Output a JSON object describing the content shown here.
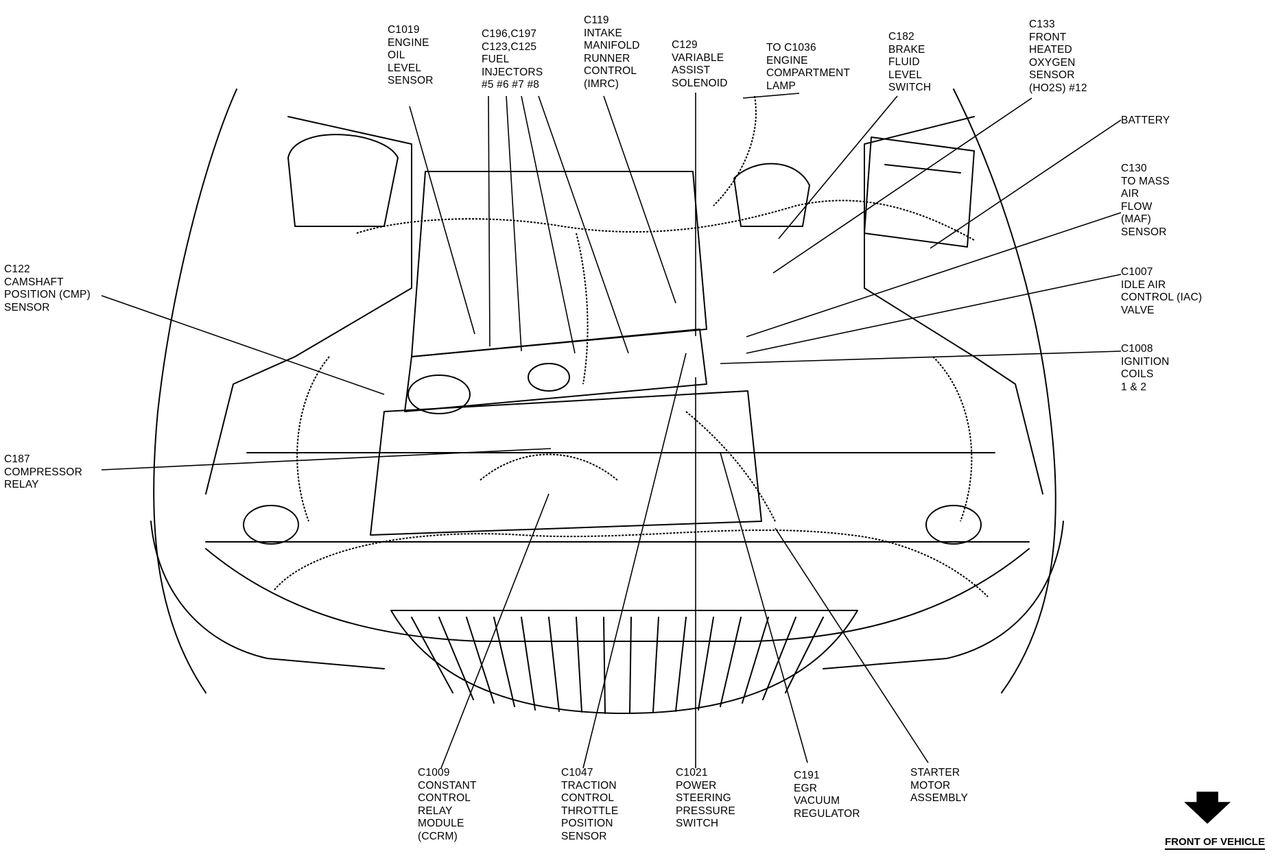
{
  "front_label": "FRONT OF VEHICLE",
  "labels": [
    {
      "id": "c1019",
      "name": "label-c1019-engine-oil-level-sensor",
      "lines": [
        "C1019",
        "ENGINE",
        "OIL",
        "LEVEL",
        "SENSOR"
      ]
    },
    {
      "id": "c196",
      "name": "label-c196-fuel-injectors",
      "lines": [
        "C196,C197",
        "C123,C125",
        "FUEL",
        "INJECTORS",
        "#5 #6 #7 #8"
      ]
    },
    {
      "id": "c119",
      "name": "label-c119-imrc",
      "lines": [
        "C119",
        "INTAKE",
        "MANIFOLD",
        "RUNNER",
        "CONTROL",
        "(IMRC)"
      ]
    },
    {
      "id": "c129",
      "name": "label-c129-variable-assist-solenoid",
      "lines": [
        "C129",
        "VARIABLE",
        "ASSIST",
        "SOLENOID"
      ]
    },
    {
      "id": "c1036",
      "name": "label-to-c1036-engine-compartment-lamp",
      "lines": [
        "TO C1036",
        "ENGINE",
        "COMPARTMENT",
        "LAMP"
      ]
    },
    {
      "id": "c182",
      "name": "label-c182-brake-fluid-level-switch",
      "lines": [
        "C182",
        "BRAKE",
        "FLUID",
        "LEVEL",
        "SWITCH"
      ]
    },
    {
      "id": "c133",
      "name": "label-c133-front-heated-oxygen-sensor",
      "lines": [
        "C133",
        "FRONT",
        "HEATED",
        "OXYGEN",
        "SENSOR",
        "(HO2S) #12"
      ]
    },
    {
      "id": "battery",
      "name": "label-battery",
      "lines": [
        "BATTERY"
      ]
    },
    {
      "id": "c130",
      "name": "label-c130-mass-air-flow-sensor",
      "lines": [
        "C130",
        "TO MASS",
        "AIR",
        "FLOW",
        "(MAF)",
        "SENSOR"
      ]
    },
    {
      "id": "c1007",
      "name": "label-c1007-idle-air-control-valve",
      "lines": [
        "C1007",
        "IDLE AIR",
        "CONTROL (IAC)",
        "VALVE"
      ]
    },
    {
      "id": "c1008",
      "name": "label-c1008-ignition-coils",
      "lines": [
        "C1008",
        "IGNITION",
        "COILS",
        "1 & 2"
      ]
    },
    {
      "id": "c122",
      "name": "label-c122-camshaft-position-sensor",
      "lines": [
        "C122",
        "CAMSHAFT",
        "POSITION (CMP)",
        "SENSOR"
      ]
    },
    {
      "id": "c187",
      "name": "label-c187-compressor-relay",
      "lines": [
        "C187",
        "COMPRESSOR",
        "RELAY"
      ]
    },
    {
      "id": "c1009",
      "name": "label-c1009-constant-control-relay-module",
      "lines": [
        "C1009",
        "CONSTANT",
        "CONTROL",
        "RELAY",
        "MODULE",
        "(CCRM)"
      ]
    },
    {
      "id": "c1047",
      "name": "label-c1047-traction-control-throttle-position-sensor",
      "lines": [
        "C1047",
        "TRACTION",
        "CONTROL",
        "THROTTLE",
        "POSITION",
        "SENSOR"
      ]
    },
    {
      "id": "c1021",
      "name": "label-c1021-power-steering-pressure-switch",
      "lines": [
        "C1021",
        "POWER",
        "STEERING",
        "PRESSURE",
        "SWITCH"
      ]
    },
    {
      "id": "c191",
      "name": "label-c191-egr-vacuum-regulator",
      "lines": [
        "C191",
        "EGR",
        "VACUUM",
        "REGULATOR"
      ]
    },
    {
      "id": "starter",
      "name": "label-starter-motor-assembly",
      "lines": [
        "STARTER",
        "MOTOR",
        "ASSEMBLY"
      ]
    }
  ]
}
